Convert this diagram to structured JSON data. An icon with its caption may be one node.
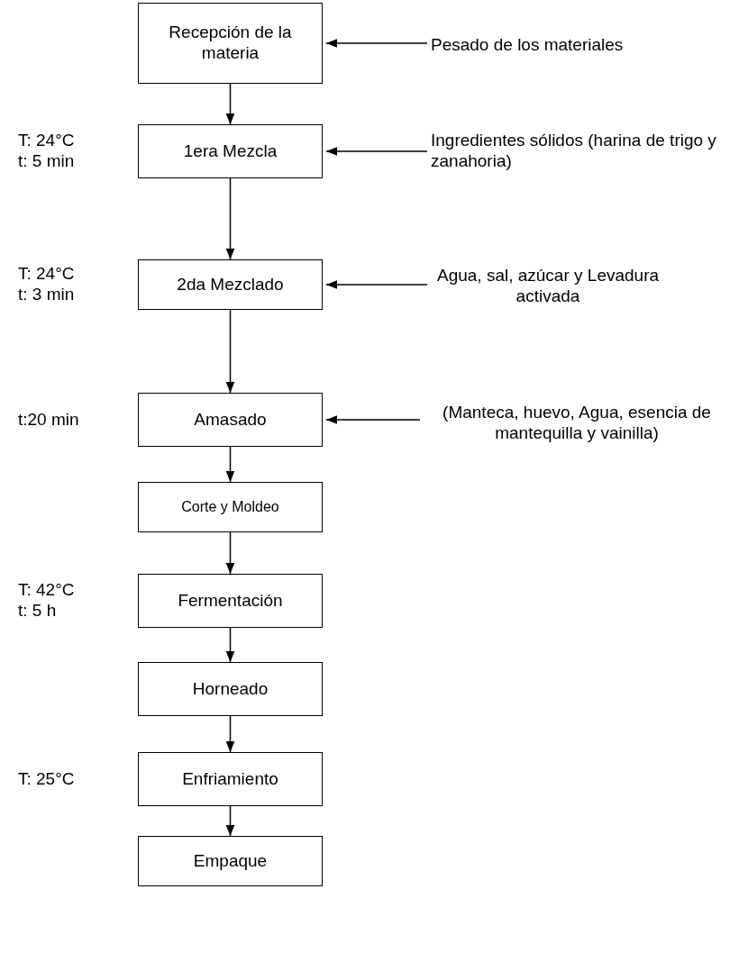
{
  "diagram": {
    "nodes": [
      {
        "text": [
          "Recepción de la materia"
        ]
      },
      {
        "text": [
          "Pesado de los materiales"
        ]
      },
      {
        "text": [
          "1era  Mezcla"
        ],
        "beside": [
          "T: 24°C",
          "t: 5 min"
        ]
      },
      {
        "text": [
          "Ingredientes sólidos (harina de trigo y zanahoria)"
        ]
      },
      {
        "text": [
          "2da  Mezclado"
        ],
        "beside": [
          "T: 24°C",
          "t: 3 min"
        ]
      },
      {
        "text": [
          "Agua, sal, azúcar y Levadura activada"
        ]
      },
      {
        "text": [
          "Amasado"
        ],
        "beside": [
          "t:20 min"
        ]
      },
      {
        "text": [
          "(Manteca, huevo, Agua, esencia de mantequilla y vainilla)"
        ]
      },
      {
        "text": [
          "Corte y Moldeo"
        ]
      },
      {
        "text": [
          "Fermentación"
        ],
        "beside": [
          "T: 42°C",
          "t: 5 h"
        ]
      },
      {
        "text": [
          "Horneado"
        ]
      },
      {
        "text": [
          "Enfriamiento"
        ],
        "beside": [
          "T: 25°C"
        ]
      },
      {
        "text": [
          "Empaque"
        ]
      }
    ],
    "edges": [
      {
        "from": 0,
        "to": 2,
        "arrow": "to"
      },
      {
        "from": 2,
        "to": 4,
        "arrow": "to"
      },
      {
        "from": 4,
        "to": 6,
        "arrow": "to"
      },
      {
        "from": 6,
        "to": 8,
        "arrow": "to"
      },
      {
        "from": 8,
        "to": 9,
        "arrow": "to"
      },
      {
        "from": 9,
        "to": 10,
        "arrow": "to"
      },
      {
        "from": 10,
        "to": 11,
        "arrow": "to"
      },
      {
        "from": 11,
        "to": 12,
        "arrow": "to"
      },
      {
        "from": 1,
        "to": 0,
        "arrow": "to"
      },
      {
        "from": 3,
        "to": 2,
        "arrow": "to"
      },
      {
        "from": 5,
        "to": 4,
        "arrow": "to"
      },
      {
        "from": 7,
        "to": 6,
        "arrow": "to"
      }
    ]
  }
}
